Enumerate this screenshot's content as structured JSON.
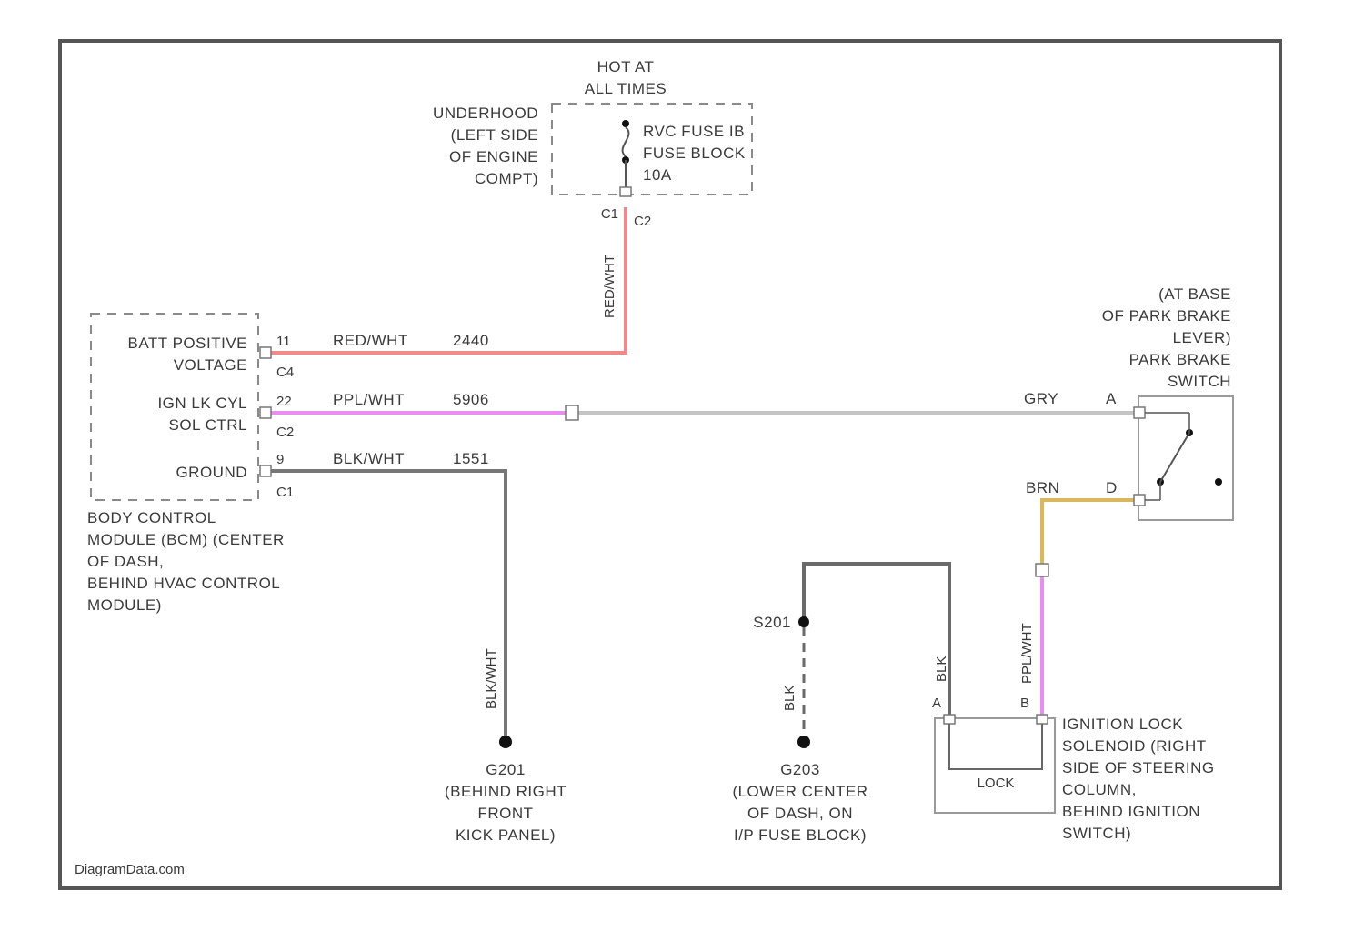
{
  "colors": {
    "red_wht": "#f08a8a",
    "ppl_wht": "#e98ef0",
    "gry": "#c4c4c4",
    "blk_wht": "#777777",
    "brn": "#d8b85a",
    "blk": "#6a6a6a"
  },
  "power": {
    "hot_label": [
      "HOT AT",
      "ALL TIMES"
    ],
    "fuse_block_label": [
      "UNDERHOOD",
      "(LEFT SIDE",
      "OF ENGINE",
      "COMPT)"
    ],
    "fuse_label": [
      "RVC FUSE IB",
      "FUSE BLOCK",
      "10A"
    ],
    "fuse_pin_left": "C1",
    "fuse_pin_right": "C2",
    "vertical_wire_label": "RED/WHT"
  },
  "bcm": {
    "pins": [
      {
        "name": "BATT POSITIVE",
        "sub": "VOLTAGE",
        "pin": "11",
        "conn": "C4",
        "wire": "RED/WHT",
        "circuit": "2440"
      },
      {
        "name": "IGN LK CYL",
        "sub": "SOL CTRL",
        "pin": "22",
        "conn": "C2",
        "wire": "PPL/WHT",
        "circuit": "5906"
      },
      {
        "name": "GROUND",
        "sub": "",
        "pin": "9",
        "conn": "C1",
        "wire": "BLK/WHT",
        "circuit": "1551"
      }
    ],
    "caption": [
      "BODY CONTROL",
      "MODULE (BCM) (CENTER",
      "OF DASH,",
      "BEHIND HVAC CONTROL",
      "MODULE)"
    ]
  },
  "park_brake_switch": {
    "caption": [
      "(AT BASE",
      "OF PARK BRAKE",
      "LEVER)",
      "PARK BRAKE",
      "SWITCH"
    ],
    "pin_a_wire": "GRY",
    "pin_a": "A",
    "pin_b_wire": "BRN",
    "pin_b": "D"
  },
  "grounds": [
    {
      "id": "G201",
      "caption": [
        "G201",
        "(BEHIND RIGHT",
        "FRONT",
        "KICK PANEL)"
      ],
      "wire": "BLK/WHT"
    },
    {
      "id": "G203",
      "caption": [
        "G203",
        "(LOWER CENTER",
        "OF DASH, ON",
        "I/P FUSE BLOCK)"
      ],
      "wire": "BLK"
    }
  ],
  "splice": {
    "id": "S201"
  },
  "solenoid": {
    "caption": [
      "IGNITION LOCK",
      "SOLENOID (RIGHT",
      "SIDE OF STEERING",
      "COLUMN,",
      "BEHIND IGNITION",
      "SWITCH)"
    ],
    "pin_left": "A",
    "pin_left_wire": "BLK",
    "pin_right": "B",
    "pin_right_wire": "PPL/WHT",
    "body_label": "LOCK"
  },
  "watermark": "DiagramData.com"
}
